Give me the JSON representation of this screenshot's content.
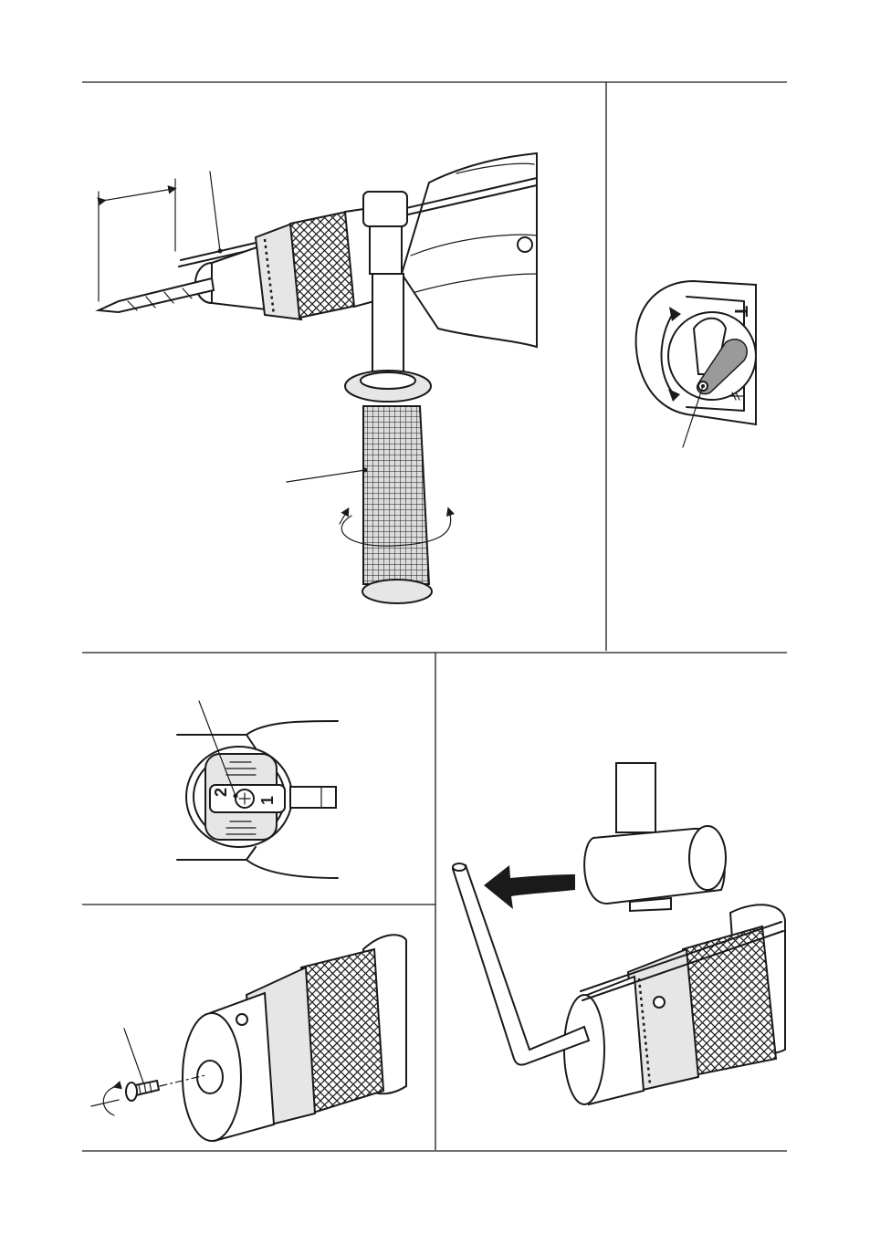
{
  "figures": {
    "mode_switch": {
      "markings": [
        "T"
      ]
    },
    "gear_selector": {
      "positions": [
        "2",
        "1"
      ]
    }
  },
  "colors": {
    "ink": "#1a1a1a",
    "fill_light": "#e6e6e6",
    "fill_dark": "#9a9a9a",
    "background": "#ffffff"
  }
}
